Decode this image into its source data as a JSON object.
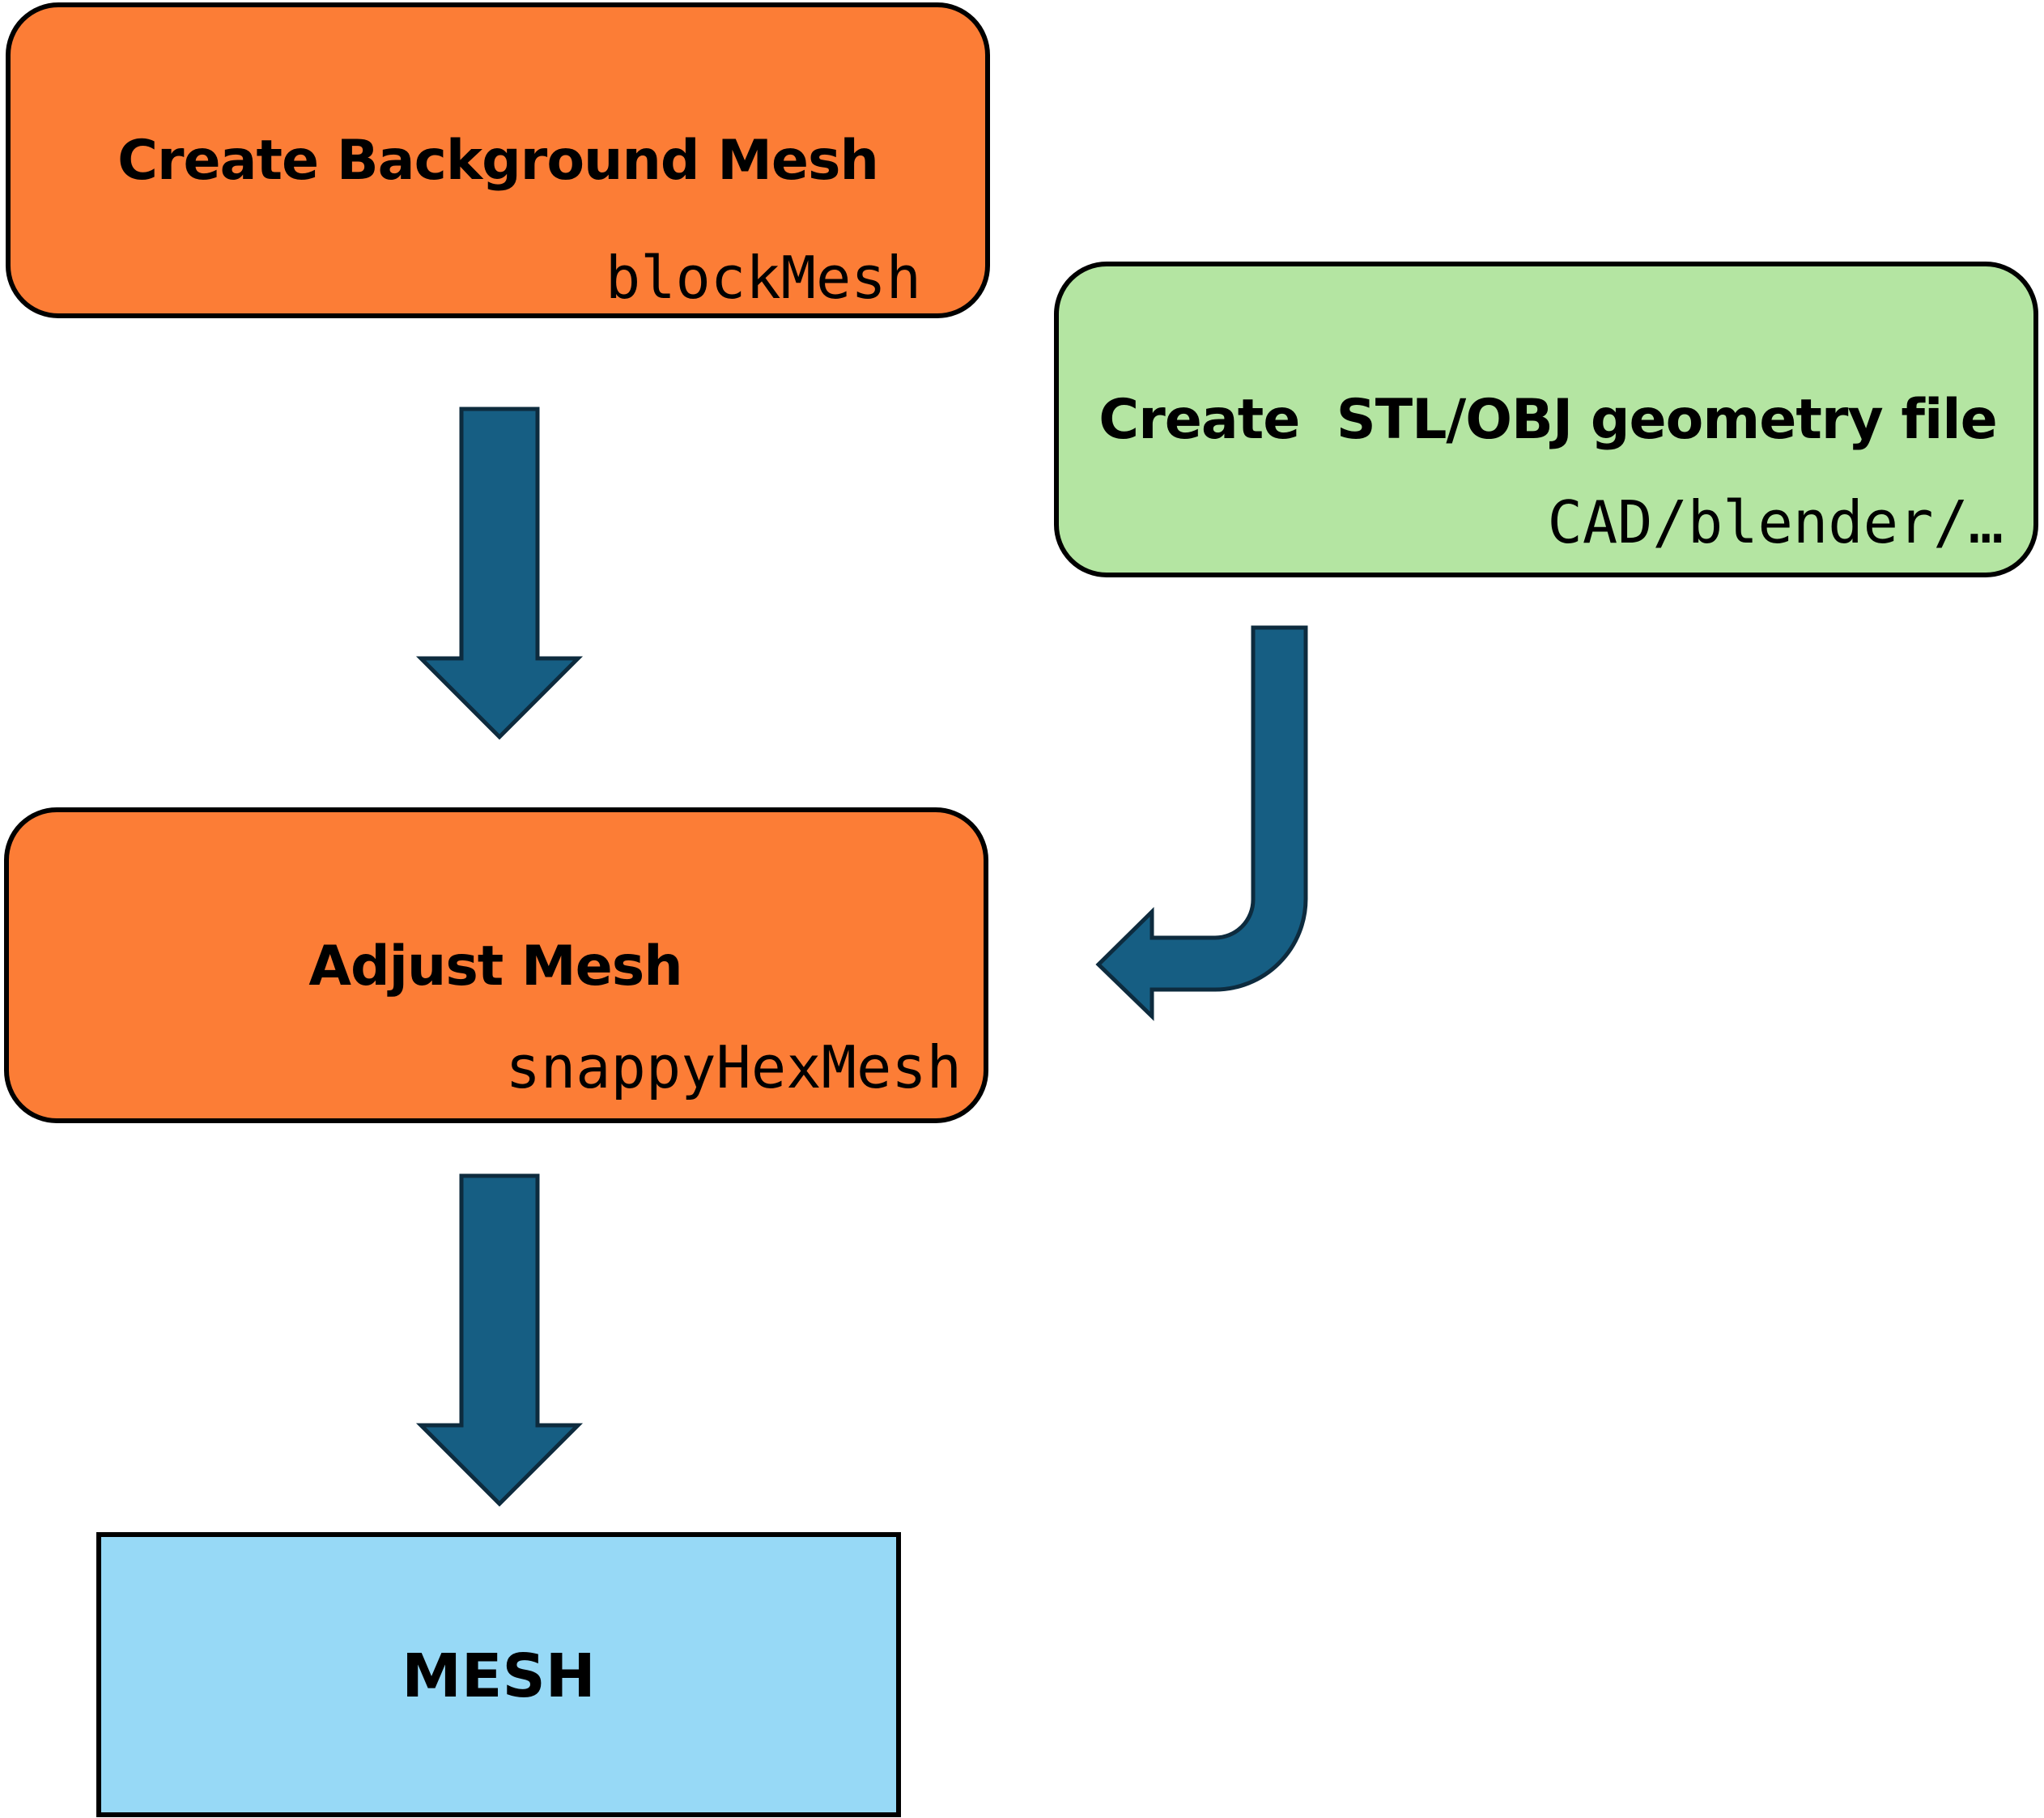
{
  "colors": {
    "orange_box": "#FC7D36",
    "green_box": "#B4E5A2",
    "blue_box": "#97D9F6",
    "arrow_fill": "#165E83",
    "arrow_stroke": "#0D2B3E",
    "border": "#000000"
  },
  "nodes": {
    "background_mesh": {
      "title": "Create Background Mesh",
      "tool": "blockMesh"
    },
    "geometry_file": {
      "title": "Create  STL/OBJ geometry file",
      "tool": "CAD/blender/…"
    },
    "adjust_mesh": {
      "title": "Adjust Mesh",
      "tool": "snappyHexMesh"
    },
    "mesh": {
      "title": "MESH"
    }
  },
  "edges": [
    {
      "from": "Create Background Mesh",
      "to": "Adjust Mesh"
    },
    {
      "from": "Create  STL/OBJ geometry file",
      "to": "Adjust Mesh"
    },
    {
      "from": "Adjust Mesh",
      "to": "MESH"
    }
  ]
}
